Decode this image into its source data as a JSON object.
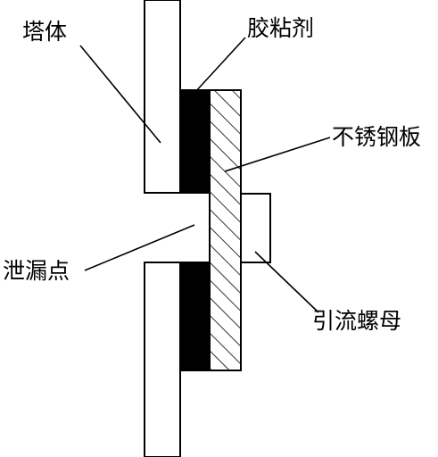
{
  "labels": {
    "tower": "塔体",
    "adhesive": "胶粘剂",
    "steel_plate": "不锈钢板",
    "leak_point": "泄漏点",
    "drain_nut": "引流螺母"
  },
  "colors": {
    "stroke": "#000000",
    "adhesive_fill": "#000000",
    "background": "#ffffff"
  }
}
